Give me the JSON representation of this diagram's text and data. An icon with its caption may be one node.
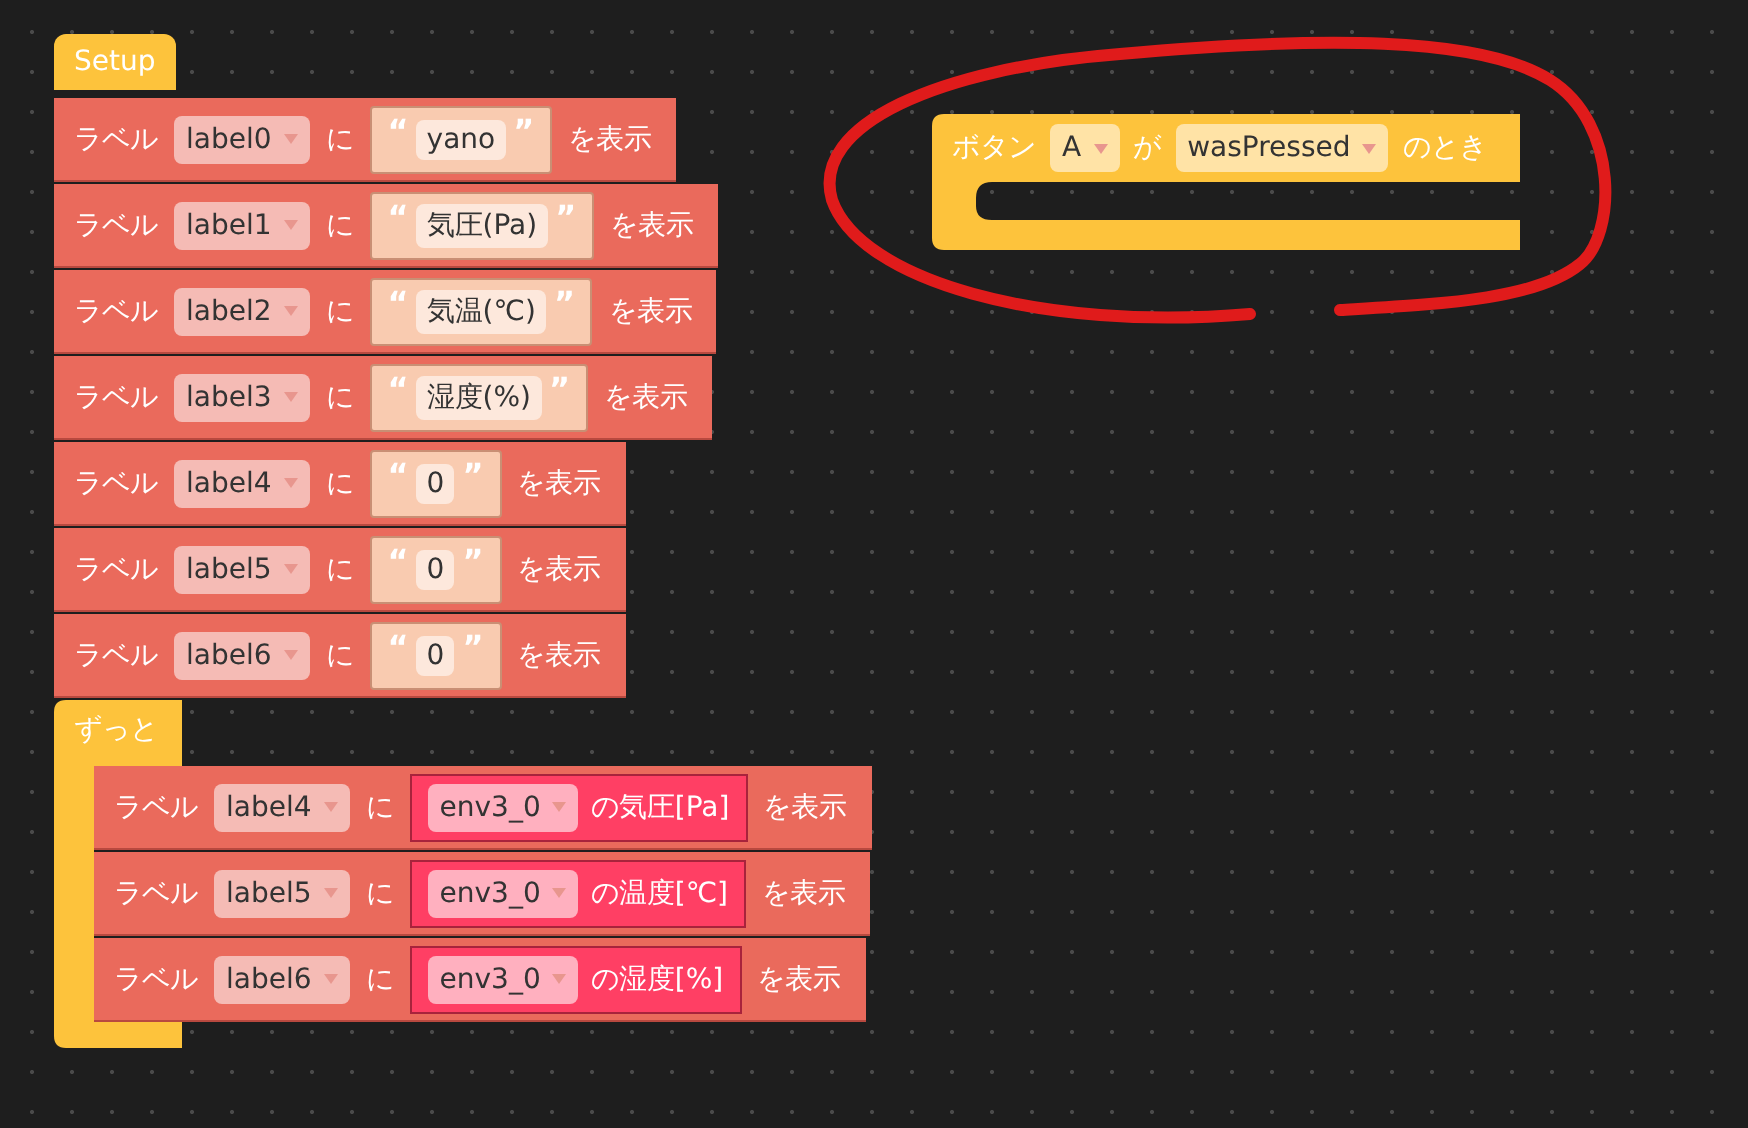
{
  "diagram": {
    "nodes": [
      {
        "text": [
          "Setup"
        ]
      },
      {
        "text": [
          "ラベル",
          "に",
          "を表示"
        ]
      },
      {
        "text": [
          "label0"
        ],
        "in": 1
      },
      {
        "text": [
          "“",
          "”"
        ],
        "in": 1
      },
      {
        "text": [
          "yano"
        ],
        "in": 3
      },
      {
        "text": [
          "ラベル",
          "に",
          "を表示"
        ]
      },
      {
        "text": [
          "label1"
        ],
        "in": 5
      },
      {
        "text": [
          "“",
          "”"
        ],
        "in": 5
      },
      {
        "text": [
          "気圧(Pa)"
        ],
        "in": 7
      },
      {
        "text": [
          "ラベル",
          "に",
          "を表示"
        ]
      },
      {
        "text": [
          "label2"
        ],
        "in": 9
      },
      {
        "text": [
          "“",
          "”"
        ],
        "in": 9
      },
      {
        "text": [
          "気温(℃)"
        ],
        "in": 11
      },
      {
        "text": [
          "ラベル",
          "に",
          "を表示"
        ]
      },
      {
        "text": [
          "label3"
        ],
        "in": 13
      },
      {
        "text": [
          "“",
          "”"
        ],
        "in": 13
      },
      {
        "text": [
          "湿度(%)"
        ],
        "in": 15
      },
      {
        "text": [
          "ラベル",
          "に",
          "を表示"
        ]
      },
      {
        "text": [
          "label4"
        ],
        "in": 17
      },
      {
        "text": [
          "“",
          "”"
        ],
        "in": 17
      },
      {
        "text": [
          "0"
        ],
        "in": 19
      },
      {
        "text": [
          "ラベル",
          "に",
          "を表示"
        ]
      },
      {
        "text": [
          "label5"
        ],
        "in": 21
      },
      {
        "text": [
          "“",
          "”"
        ],
        "in": 21
      },
      {
        "text": [
          "0"
        ],
        "in": 23
      },
      {
        "text": [
          "ラベル",
          "に",
          "を表示"
        ]
      },
      {
        "text": [
          "label6"
        ],
        "in": 25
      },
      {
        "text": [
          "“",
          "”"
        ],
        "in": 25
      },
      {
        "text": [
          "0"
        ],
        "in": 27
      },
      {
        "text": [
          "ずっと"
        ]
      },
      {
        "text": [
          "ラベル",
          "に",
          "を表示"
        ]
      },
      {
        "text": [
          "label4"
        ],
        "in": 30
      },
      {
        "text": [
          "の気圧[Pa]"
        ],
        "in": 30
      },
      {
        "text": [
          "env3_0"
        ],
        "in": 32
      },
      {
        "text": [
          "ラベル",
          "に",
          "を表示"
        ]
      },
      {
        "text": [
          "label5"
        ],
        "in": 34
      },
      {
        "text": [
          "の温度[℃]"
        ],
        "in": 34
      },
      {
        "text": [
          "env3_0"
        ],
        "in": 36
      },
      {
        "text": [
          "ラベル",
          "に",
          "を表示"
        ]
      },
      {
        "text": [
          "label6"
        ],
        "in": 38
      },
      {
        "text": [
          "の湿度[%]"
        ],
        "in": 38
      },
      {
        "text": [
          "env3_0"
        ],
        "in": 40
      },
      {
        "text": [
          "ボタン",
          "が",
          "のとき"
        ]
      },
      {
        "text": [
          "A"
        ],
        "in": 42
      },
      {
        "text": [
          "wasPressed"
        ],
        "in": 42
      }
    ]
  }
}
